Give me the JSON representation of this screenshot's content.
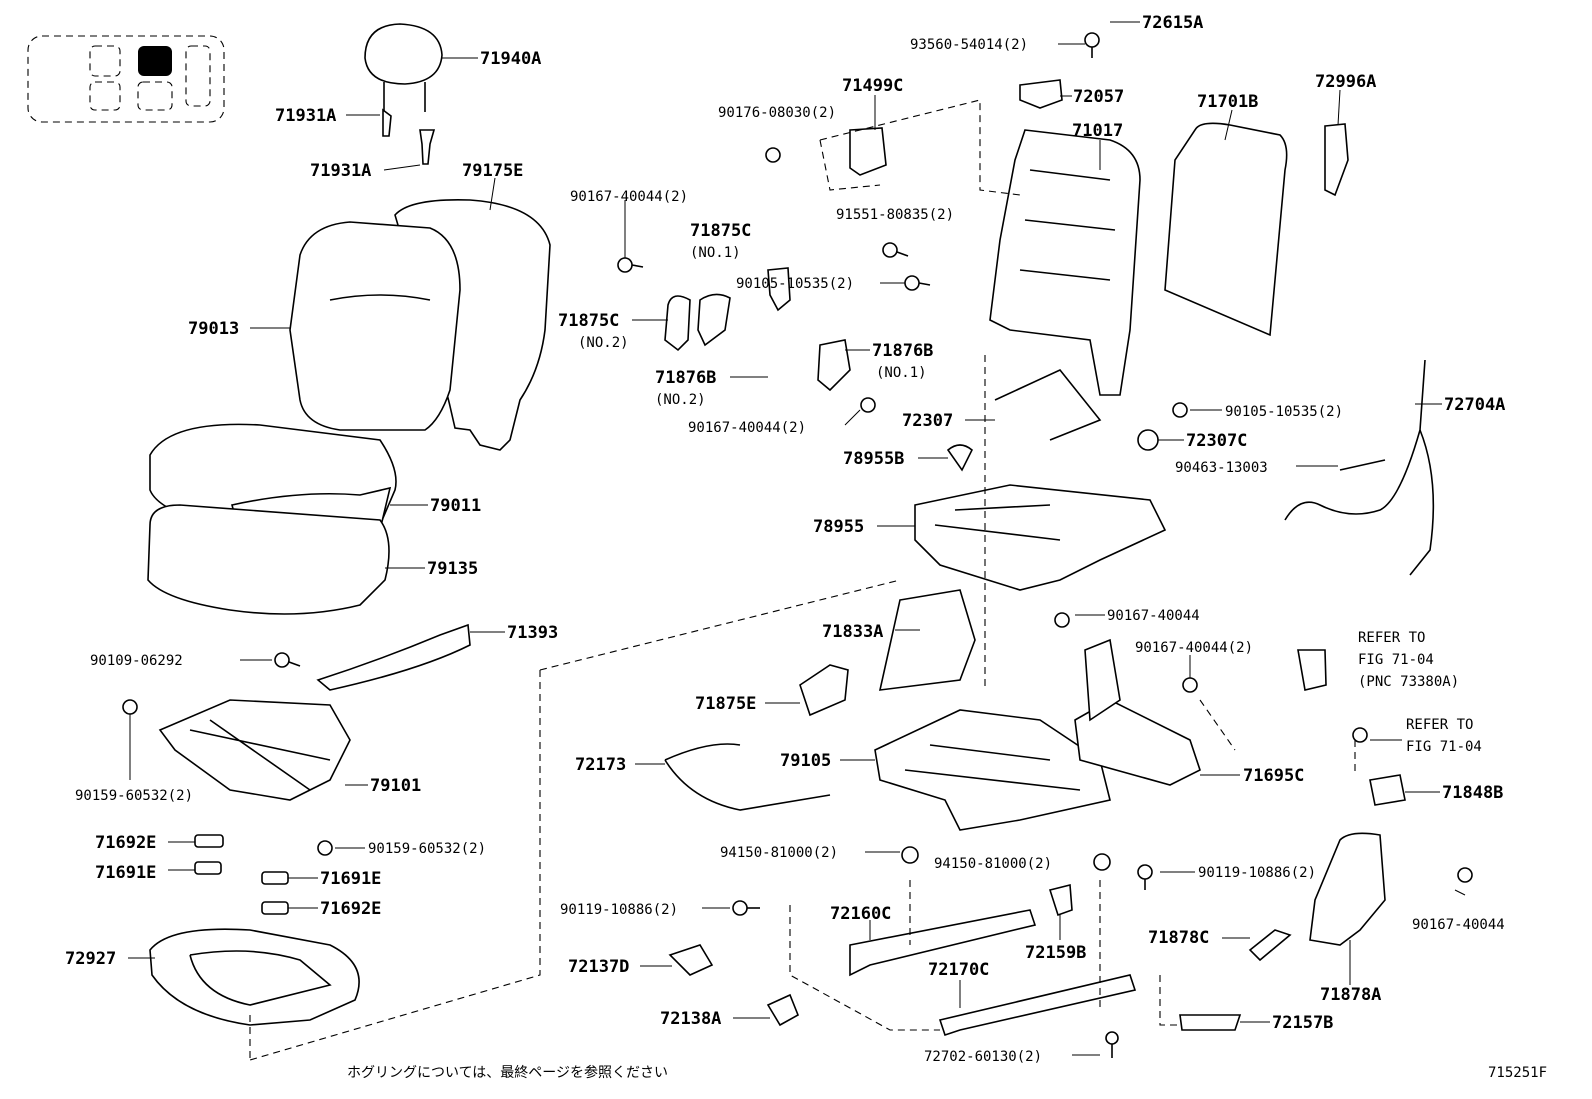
{
  "figure_id": "715251F",
  "footnote": "ホグリングについては、最終ページを参照ください",
  "labels": {
    "p71940A": "71940A",
    "p71931A_1": "71931A",
    "p71931A_2": "71931A",
    "p79175E": "79175E",
    "p79013": "79013",
    "p79011": "79011",
    "p79135": "79135",
    "p71393": "71393",
    "p90109": "90109-06292",
    "p90159_a": "90159-60532(2)",
    "p79101": "79101",
    "p90159_b": "90159-60532(2)",
    "p71692E_1": "71692E",
    "p71691E_1": "71691E",
    "p71691E_2": "71691E",
    "p71692E_2": "71692E",
    "p72927": "72927",
    "p72615A": "72615A",
    "p93560": "93560-54014(2)",
    "p71499C": "71499C",
    "p72057": "72057",
    "p71701B": "71701B",
    "p72996A": "72996A",
    "p90176": "90176-08030(2)",
    "p71017": "71017",
    "p90167_a": "90167-40044(2)",
    "p71875C_1": "71875C",
    "p71875C_1n": "(NO.1)",
    "p91551": "91551-80835(2)",
    "p90105_a": "90105-10535(2)",
    "p71875C_2": "71875C",
    "p71875C_2n": "(NO.2)",
    "p71876B_1": "71876B",
    "p71876B_1n": "(NO.1)",
    "p71876B_2": "71876B",
    "p71876B_2n": "(NO.2)",
    "p90167_b": "90167-40044(2)",
    "p72307": "72307",
    "p90105_b": "90105-10535(2)",
    "p72704A": "72704A",
    "p72307C": "72307C",
    "p78955B": "78955B",
    "p90463": "90463-13003",
    "p78955": "78955",
    "p90167_c": "90167-40044",
    "p71833A": "71833A",
    "p90167_d": "90167-40044(2)",
    "refer1": "REFER TO",
    "refer1b": "FIG 71-04",
    "refer1c": "(PNC 73380A)",
    "p71875E": "71875E",
    "refer2": "REFER TO",
    "refer2b": "FIG 71-04",
    "p72173": "72173",
    "p79105": "79105",
    "p71695C": "71695C",
    "p71848B": "71848B",
    "p94150_a": "94150-81000(2)",
    "p94150_b": "94150-81000(2)",
    "p90119_a": "90119-10886(2)",
    "p90119_b": "90119-10886(2)",
    "p72160C": "72160C",
    "p72159B": "72159B",
    "p71878C": "71878C",
    "p90167_e": "90167-40044",
    "p72137D": "72137D",
    "p72170C": "72170C",
    "p71878A": "71878A",
    "p72138A": "72138A",
    "p72157B": "72157B",
    "p72702": "72702-60130(2)"
  }
}
